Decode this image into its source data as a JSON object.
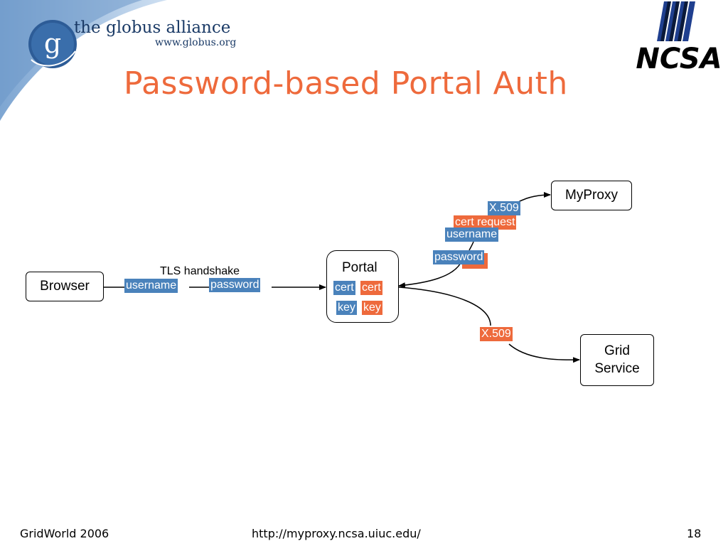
{
  "header": {
    "org_name": "the globus alliance",
    "org_url": "www.globus.org",
    "logo_letter": "g",
    "partner_logo": "NCSA"
  },
  "title": "Password-based Portal Auth",
  "diagram": {
    "browser": "Browser",
    "portal": "Portal",
    "myproxy": "MyProxy",
    "grid_service_line1": "Grid",
    "grid_service_line2": "Service",
    "tls_label": "TLS handshake",
    "browser_tags": {
      "username": "username",
      "password": "password"
    },
    "portal_tags": {
      "cert_blue": "cert",
      "cert_orange": "cert",
      "key_blue": "key",
      "key_orange": "key"
    },
    "myproxy_tags": {
      "x509": "X.509",
      "cert_request": "cert request",
      "username": "username",
      "password": "password"
    },
    "grid_tag": "X.509"
  },
  "colors": {
    "title": "#ee6a3c",
    "blue_tag": "#4a82bb",
    "orange_tag": "#ee6a3c"
  },
  "footer": {
    "left": "GridWorld 2006",
    "center": "http://myproxy.ncsa.uiuc.edu/",
    "page": "18"
  }
}
